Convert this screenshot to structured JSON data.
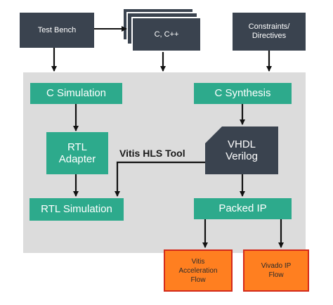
{
  "inputs": {
    "test_bench": "Test Bench",
    "c_source": "C, C++",
    "constraints": "Constraints/\nDirectives"
  },
  "flow": {
    "c_simulation": "C Simulation",
    "rtl_adapter": "RTL\nAdapter",
    "rtl_simulation": "RTL Simulation",
    "c_synthesis": "C Synthesis",
    "vhdl_verilog": "VHDL\nVerilog",
    "packed_ip": "Packed IP",
    "tool_label": "Vitis HLS Tool"
  },
  "outputs": {
    "vitis_flow": "Vitis\nAcceleration\nFlow",
    "vivado_flow": "Vivado IP\nFlow"
  },
  "colors": {
    "dark_box": "#3a434f",
    "green_box": "#2daa8c",
    "orange_box": "#ff7f20",
    "orange_border": "#d42a1a",
    "panel": "#dcdcdc"
  }
}
